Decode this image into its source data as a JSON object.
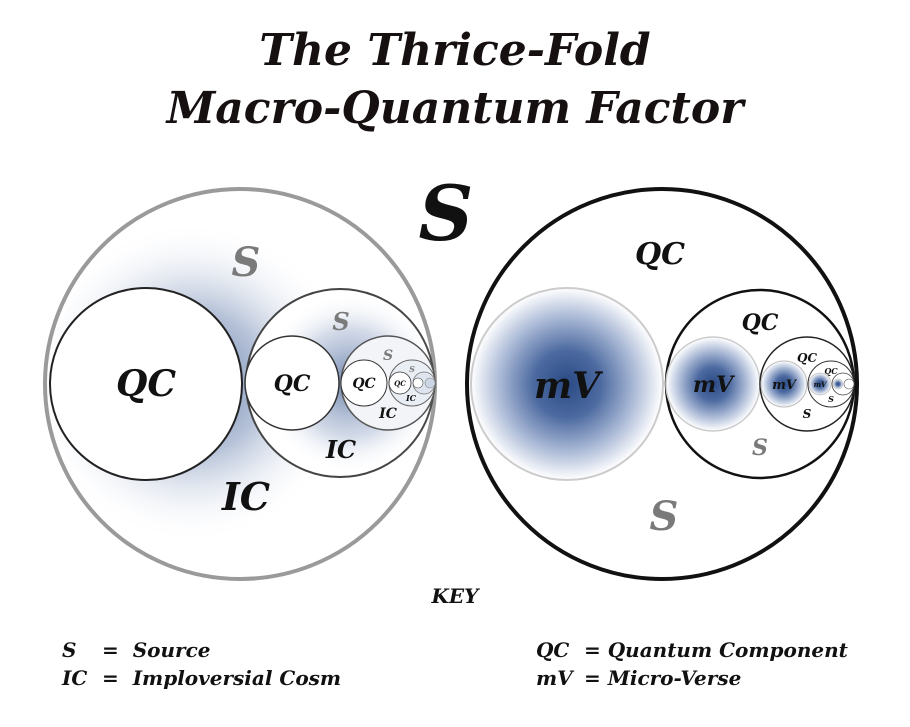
{
  "title": {
    "line1": "The Thrice-Fold",
    "line2": "Macro-Quantum Factor"
  },
  "center_label": "S",
  "left_diagram": {
    "outer_label_top": "S",
    "outer_label_bottom": "IC",
    "big_circle_label": "QC",
    "nest1": {
      "label_top": "S",
      "label_bottom": "IC",
      "circle_label": "QC"
    },
    "nest2": {
      "label_top": "S",
      "label_bottom": "IC",
      "circle_label": "QC"
    },
    "nest3": {
      "label_top": "S",
      "label_bottom": "IC",
      "circle_label": "QC"
    }
  },
  "right_diagram": {
    "outer_label_top": "QC",
    "outer_label_bottom": "S",
    "big_circle_label": "mV",
    "nest1": {
      "label_top": "QC",
      "label_bottom": "S",
      "circle_label": "mV"
    },
    "nest2": {
      "label_top": "QC",
      "label_bottom": "S",
      "circle_label": "mV"
    },
    "nest3": {
      "label_top": "QC",
      "label_bottom": "S",
      "circle_label": "mV"
    }
  },
  "key": {
    "heading": "KEY",
    "items": [
      {
        "symbol": "S",
        "equals": "=",
        "meaning": "Source"
      },
      {
        "symbol": "IC",
        "equals": "=",
        "meaning": "Imploversial Cosm"
      },
      {
        "symbol": "QC",
        "equals": "=",
        "meaning": "Quantum Component"
      },
      {
        "symbol": "mV",
        "equals": "=",
        "meaning": "Micro-Verse"
      }
    ]
  },
  "colors": {
    "glow_blue": "#2f4f88",
    "label_gray": "#7a7a7a",
    "ring_gray": "#9a9a9a",
    "ink": "#111111"
  }
}
